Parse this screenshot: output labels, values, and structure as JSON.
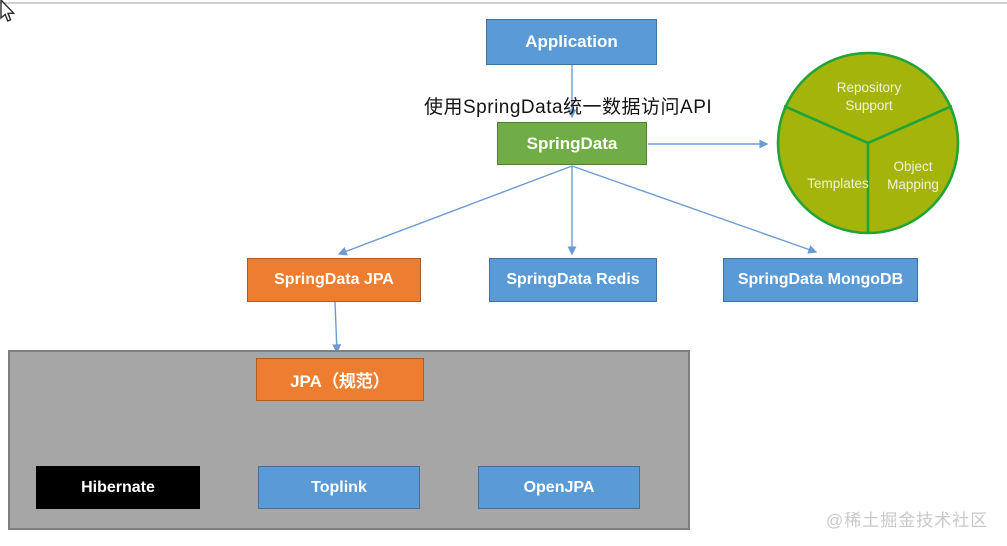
{
  "diagram": {
    "caption": "使用SpringData统一数据访问API",
    "nodes": {
      "application": "Application",
      "springdata": "SpringData",
      "springdata_jpa": "SpringData JPA",
      "springdata_redis": "SpringData Redis",
      "springdata_mongodb": "SpringData MongoDB",
      "jpa_spec": "JPA（规范）",
      "hibernate": "Hibernate",
      "toplink": "Toplink",
      "openjpa": "OpenJPA"
    },
    "circle": {
      "segment_top": "Repository Support",
      "segment_left": "Templates",
      "segment_right": "Object Mapping"
    },
    "colors": {
      "box_blue": "#5B9BD5",
      "box_green": "#70AD47",
      "box_orange": "#ED7D31",
      "box_black": "#000000",
      "circle_fill": "#A5B40B",
      "circle_border": "#21A437",
      "arrow": "#6B9BD2",
      "panel_gray": "#A6A6A6"
    },
    "watermark": "@稀土掘金技术社区"
  }
}
